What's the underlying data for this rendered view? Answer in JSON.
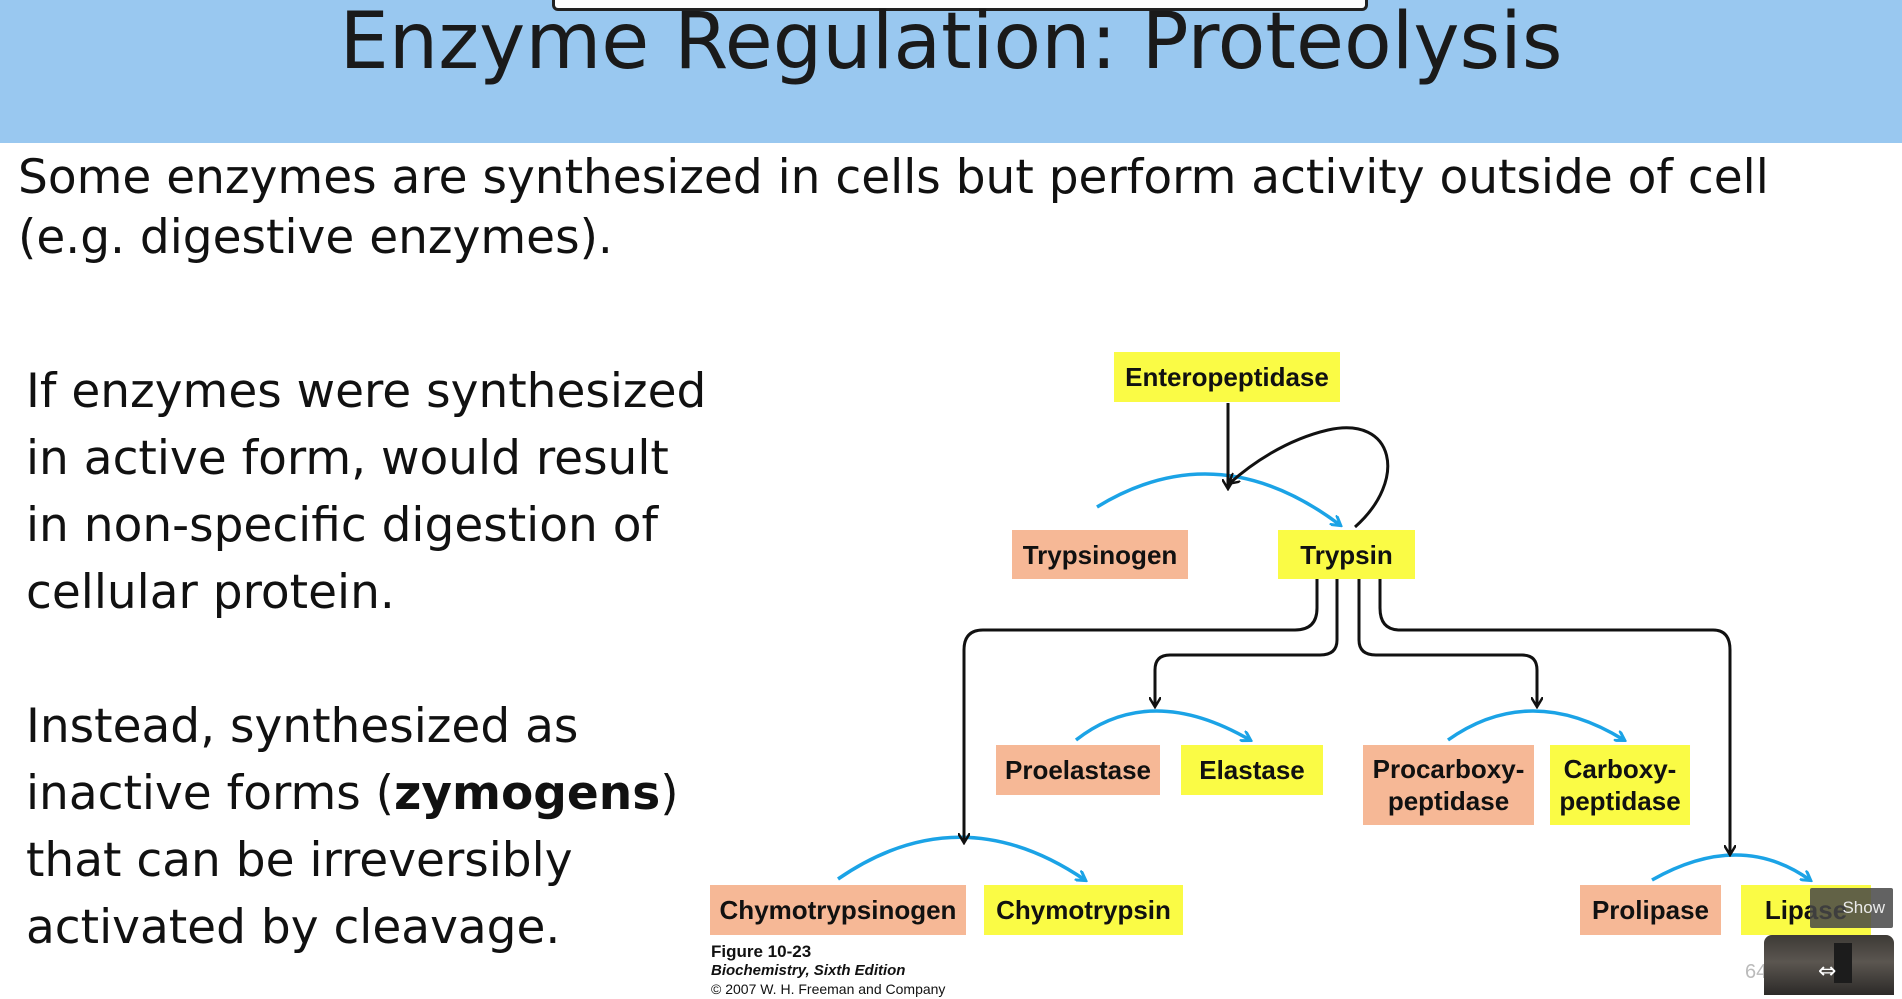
{
  "slide": {
    "title": "Enzyme Regulation: Proteolysis",
    "intro": "Some enzymes are synthesized in cells but perform activity outside of cell (e.g. digestive enzymes).",
    "para1": "If enzymes were synthesized in active form, would result in non-specific digestion of cellular protein.",
    "para2": {
      "before": "Instead, synthesized as inactive forms (",
      "bold": "zymogens",
      "after": ") that can be irreversibly activated by cleavage."
    },
    "page_number": "64"
  },
  "diagram": {
    "nodes": {
      "enteropeptidase": "Enteropeptidase",
      "trypsinogen": "Trypsinogen",
      "trypsin": "Trypsin",
      "proelastase": "Proelastase",
      "elastase": "Elastase",
      "procarboxypeptidase_1": "Procarboxy-",
      "procarboxypeptidase_2": "peptidase",
      "carboxypeptidase_1": "Carboxy-",
      "carboxypeptidase_2": "peptidase",
      "chymotrypsinogen": "Chymotrypsinogen",
      "chymotrypsin": "Chymotrypsin",
      "prolipase": "Prolipase",
      "lipase": "Lipase"
    },
    "colors": {
      "active": "#fafb45",
      "inactive": "#f6b896",
      "activation_arrow": "#1ba3e6",
      "cleavage_arrow": "#111111"
    }
  },
  "caption": {
    "figure": "Figure 10-23",
    "book": "Biochemistry, Sixth Edition",
    "copyright": "© 2007 W. H. Freeman and Company"
  },
  "controls": {
    "show_label": "Show",
    "resize_icon": "resize-arrows-icon"
  }
}
